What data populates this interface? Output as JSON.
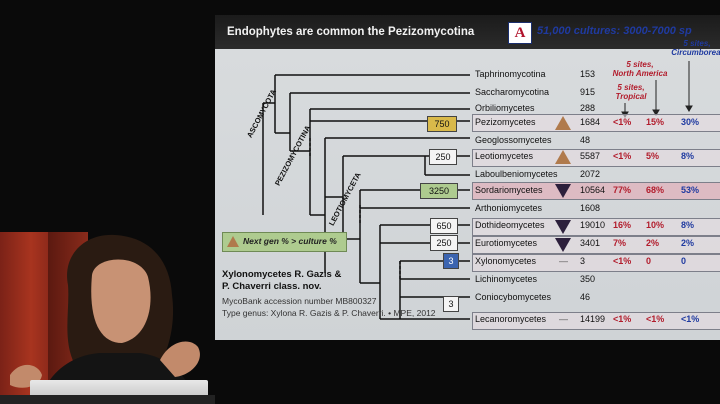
{
  "slide": {
    "title": "Endophytes are common the Pezizomycotina",
    "logo_letter": "A",
    "cultures": "51,000 cultures: 3000-7000 sp",
    "columns": [
      {
        "line1": "5 sites,",
        "line2": "Tropical",
        "color": "#b21c2c"
      },
      {
        "line1": "5 sites,",
        "line2": "North America",
        "color": "#b21c2c"
      },
      {
        "line1": "5 sites,",
        "line2": "Circumboreal",
        "color": "#1f3aa0"
      }
    ],
    "clade_labels": [
      "ASCOMYCOTA",
      "PEZIZOMYCOTINA",
      "LEOTIOMYCETA"
    ],
    "taxa": [
      {
        "name": "Taphrinomycotina",
        "count": "153"
      },
      {
        "name": "Saccharomycotina",
        "count": "915"
      },
      {
        "name": "Orbiliomycetes",
        "count": "288"
      },
      {
        "name": "Pezizomycetes",
        "count": "1684",
        "box": "750",
        "tri": "up",
        "p1": "<1%",
        "p2": "15%",
        "p3": "30%"
      },
      {
        "name": "Geoglossomycetes",
        "count": "48"
      },
      {
        "name": "Leotiomycetes",
        "count": "5587",
        "box": "250",
        "tri": "up",
        "p1": "<1%",
        "p2": "5%",
        "p3": "8%"
      },
      {
        "name": "Laboulbeniomycetes",
        "count": "2072"
      },
      {
        "name": "Sordariomycetes",
        "count": "10564",
        "box": "3250",
        "tri": "down",
        "p1": "77%",
        "p2": "68%",
        "p3": "53%"
      },
      {
        "name": "Arthoniomycetes",
        "count": "1608"
      },
      {
        "name": "Dothideomycetes",
        "count": "19010",
        "box": "650",
        "tri": "down",
        "p1": "16%",
        "p2": "10%",
        "p3": "8%"
      },
      {
        "name": "Eurotiomycetes",
        "count": "3401",
        "box": "250",
        "tri": "down",
        "p1": "7%",
        "p2": "2%",
        "p3": "2%"
      },
      {
        "name": "Xylonomycetes",
        "count": "3",
        "box": "3",
        "dash": "—",
        "p1": "<1%",
        "p2": "0",
        "p3": "0"
      },
      {
        "name": "Lichinomycetes",
        "count": "350"
      },
      {
        "name": "Coniocybomycetes",
        "count": "46"
      },
      {
        "name": "Lecanoromycetes",
        "count": "14199",
        "box": "3",
        "dash": "—",
        "p1": "<1%",
        "p2": "<1%",
        "p3": "<1%"
      }
    ],
    "legend": "Next gen % > culture %",
    "nov_title_1": "Xylonomycetes R. Gazis &",
    "nov_title_2": "P. Chaverri class. nov.",
    "mycobank": "MycoBank accession number MB800327",
    "type_genus": "Type genus: Xylona R. Gazis & P. Chaverri. • MPE, 2012"
  },
  "colors": {
    "background": "#0a0a0a",
    "slide_bg": "#d9dcde",
    "accent_red": "#b21c2c",
    "accent_blue": "#1f3aa0",
    "box_green": "#aecb8f",
    "box_orange": "#d9b94a",
    "box_blue": "#3b64b0",
    "triangle_up": "#b07a4c",
    "triangle_down": "#2c1f3b"
  }
}
